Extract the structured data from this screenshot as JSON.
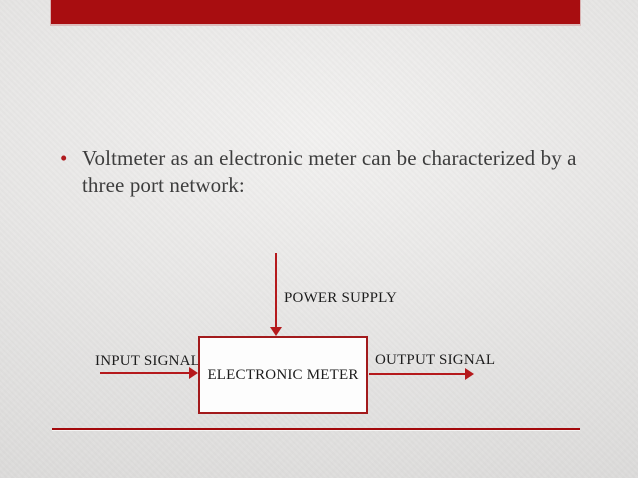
{
  "slide": {
    "bullet": {
      "marker": "•",
      "lines": [
        "Voltmeter as an electronic meter can be characterized by a",
        "three port network:"
      ]
    },
    "diagram": {
      "power_supply_label": "POWER SUPPLY",
      "input_label": "INPUT SIGNAL",
      "output_label": "OUTPUT SIGNAL",
      "box_label": "ELECTRONIC METER"
    },
    "colors": {
      "header_bar_red": "#a80d10",
      "arrow_red": "#b5191c",
      "box_border_red": "#a21a1c",
      "divider_red": "#a3090c",
      "body_text": "#3d3d3d",
      "diagram_text": "#1c1c1c",
      "background_gray": "#e6e5e4"
    }
  }
}
